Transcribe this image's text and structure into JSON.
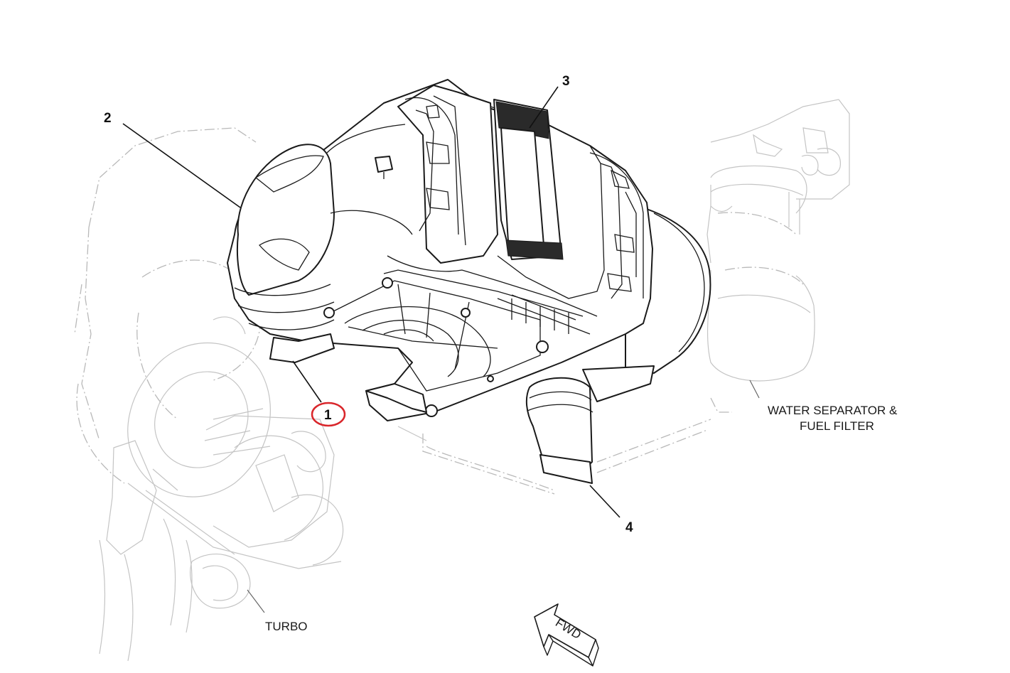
{
  "callouts": {
    "c1": "1",
    "c2": "2",
    "c3": "3",
    "c4": "4"
  },
  "labels": {
    "water_separator_line1": "WATER SEPARATOR &",
    "water_separator_line2": "FUEL FILTER",
    "turbo": "TURBO",
    "fwd": "FWD"
  },
  "colors": {
    "highlight_circle": "#d9262b",
    "line_art": "#1a1a1a",
    "ghost_lines": "#b9b9b9"
  },
  "icons": {
    "direction_arrow": "fwd-arrow-icon"
  }
}
